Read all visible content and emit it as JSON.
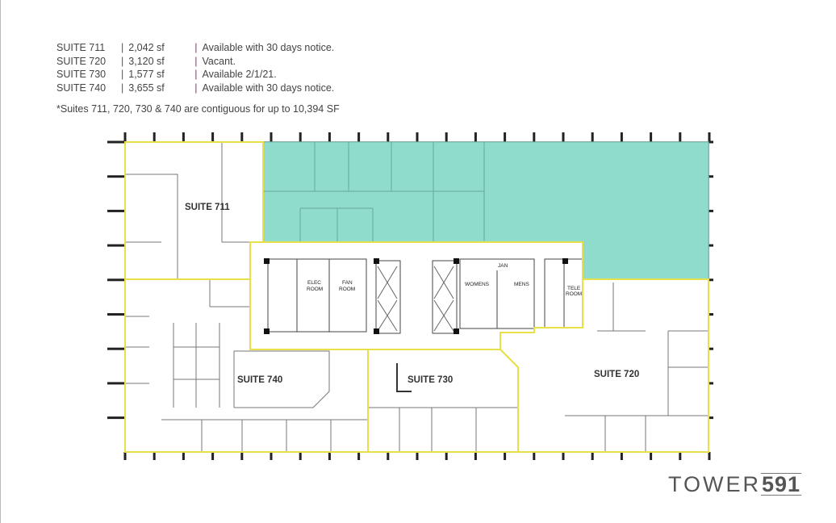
{
  "suites": [
    {
      "name": "SUITE 711",
      "size": "2,042 sf",
      "status": "Available with 30 days notice."
    },
    {
      "name": "SUITE 720",
      "size": "3,120 sf",
      "status": "Vacant."
    },
    {
      "name": "SUITE 730",
      "size": "1,577 sf",
      "status": "Available 2/1/21."
    },
    {
      "name": "SUITE 740",
      "size": "3,655 sf",
      "status": "Available with 30 days notice."
    }
  ],
  "separator": "|",
  "note": "*Suites 711, 720, 730 & 740 are contiguous for up to 10,394 SF",
  "plan": {
    "labels": {
      "s711": "SUITE 711",
      "s740": "SUITE 740",
      "s730": "SUITE 730",
      "s720": "SUITE 720"
    },
    "rooms": {
      "elec1": "ELEC",
      "elec2": "ROOM",
      "fan1": "FAN",
      "fan2": "ROOM",
      "womens": "WOMENS",
      "mens": "MENS",
      "jan": "JAN",
      "tele1": "TELE",
      "tele2": "ROOM"
    },
    "colors": {
      "highlight": "#8fdccd",
      "outline": "#e8e04a",
      "wall": "#666"
    }
  },
  "logo": {
    "word": "TOWER",
    "number": "591"
  }
}
